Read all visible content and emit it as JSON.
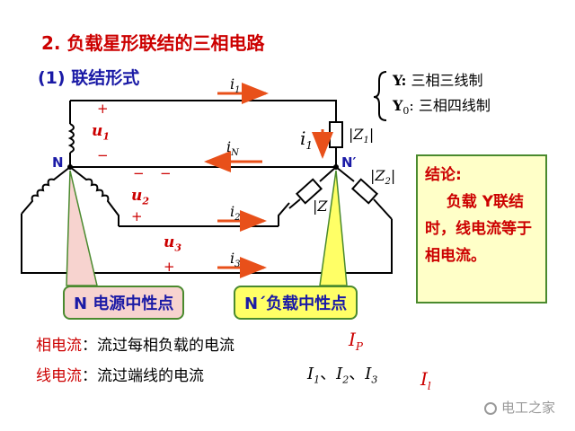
{
  "title": "2. 负载星形联结的三相电路",
  "subtitle": "(1) 联结形式",
  "legend": {
    "y_label": "Y:",
    "y_text": "三相三线制",
    "y0_label": "Y",
    "y0_sub": "0",
    "y0_text": ":  三相四线制"
  },
  "circuit": {
    "node_n": "N",
    "node_n_prime": "N′",
    "plus": "+",
    "minus": "−",
    "u1": "u",
    "u1_sub": "1",
    "u2": "u",
    "u2_sub": "2",
    "u3": "u",
    "u3_sub": "3",
    "i1": "i",
    "i1_sub": "1",
    "i2": "i",
    "i2_sub": "2",
    "i3": "i",
    "i3_sub": "3",
    "iN": "i",
    "iN_sub": "N",
    "z1": "|Z",
    "z1_sub": "1",
    "z1_end": "|",
    "z2": "|Z",
    "z2_sub": "2",
    "z2_end": "|",
    "z3": "|Z"
  },
  "callouts": {
    "n_source": "N 电源中性点",
    "n_load": "N´负载中性点"
  },
  "conclusion": {
    "heading": "结论:",
    "body": "负载 Y联结时，线电流等于相电流。"
  },
  "definitions": {
    "phase_term": "相电流",
    "phase_text": "：流过每相负载的电流",
    "phase_symbol": "I",
    "phase_symbol_sub": "P",
    "line_term": "线电流",
    "line_text": "：流过端线的电流",
    "line_symbols": "I",
    "line_s1": "1",
    "line_sep": "、",
    "line_s2": "2",
    "line_s3": "3",
    "line_symbol": "I",
    "line_symbol_sub": "l"
  },
  "watermark": "电工之家",
  "colors": {
    "title": "#cc0000",
    "subtitle": "#1a1aa6",
    "wire": "#000000",
    "arrow": "#e8501a",
    "source_callout": "#f7d3cf",
    "load_callout": "#ffff66",
    "callout_border": "#4a8a2e"
  }
}
